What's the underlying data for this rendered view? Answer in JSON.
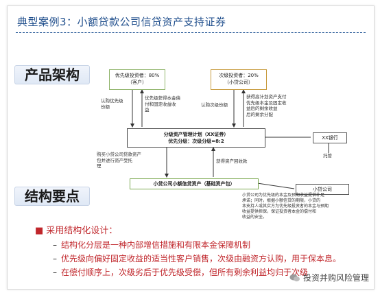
{
  "title": "典型案例3：小额贷款公司信贷资产支持证券",
  "tabs": {
    "product": "产品架构",
    "structure": "结构要点"
  },
  "diagram": {
    "senior": {
      "line1": "优先级投资者：80%",
      "line2": "（客户）"
    },
    "subordinate": {
      "line1": "次级投资者：20%",
      "line2": "（小贷公司）"
    },
    "plan": {
      "line1": "分级资产管理计划（XX证券）",
      "line2": "优先分级：次级分级=8:2"
    },
    "bank": "XX银行",
    "pool": "小贷公司小额信贷资产（基础资产包）",
    "lender": "小贷公司",
    "notes": {
      "senior_left": "认购优先级\n份额",
      "senior_right": "优先级获得本金偿\n付和固定收益收\n益",
      "sub_left": "认购次级份额",
      "sub_right": "获得高计划资产支付\n优先级本金及固定收\n益后的剩余收益\n后的剩余分配",
      "custody": "托管",
      "purchase": "购买小贷公司贷款资产\n包并进行资产受托\n理",
      "return": "获得资产回收款",
      "lender_note": "小贷公司为优先级的本金及预期收益提供补足\n承诺；同时，根据小额信贷的期限，小贷的\n本支持人或其实方为优先级投资者的本金与预期\n收益提供担保，保证投资者本金的偿付和\n收益的安全。"
    }
  },
  "bullets": {
    "heading": "采用结构化设计：",
    "items": [
      "结构化分层是一种内部增信措施和有限本金保障机制",
      "优先级向偏好固定收益的适当性客户销售，次级由融资方认购，用于保本息。",
      "在偿付顺序上，次级劣后于优先级受偿，但所有剩余利益均归于次级"
    ]
  },
  "watermark": "投资并购风险管理"
}
